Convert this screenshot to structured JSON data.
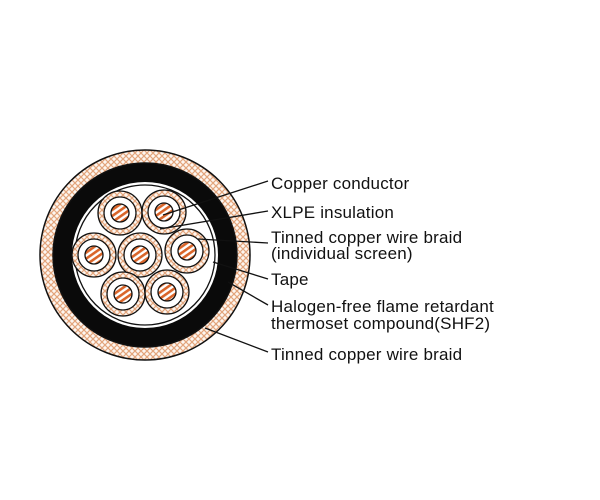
{
  "diagram": {
    "labels": {
      "conductor": "Copper conductor",
      "insulation": "XLPE insulation",
      "screen_line1": "Tinned copper wire braid",
      "screen_line2": "(individual screen)",
      "tape": "Tape",
      "sheath_line1": "Halogen-free flame retardant",
      "sheath_line2": "thermoset compound(SHF2)",
      "outer_braid": "Tinned copper wire braid"
    },
    "cores": 7,
    "colors": {
      "copper": "#d9652a",
      "braid": "#e3a57c",
      "sheath": "#0a0a0a",
      "line": "#111111"
    }
  }
}
